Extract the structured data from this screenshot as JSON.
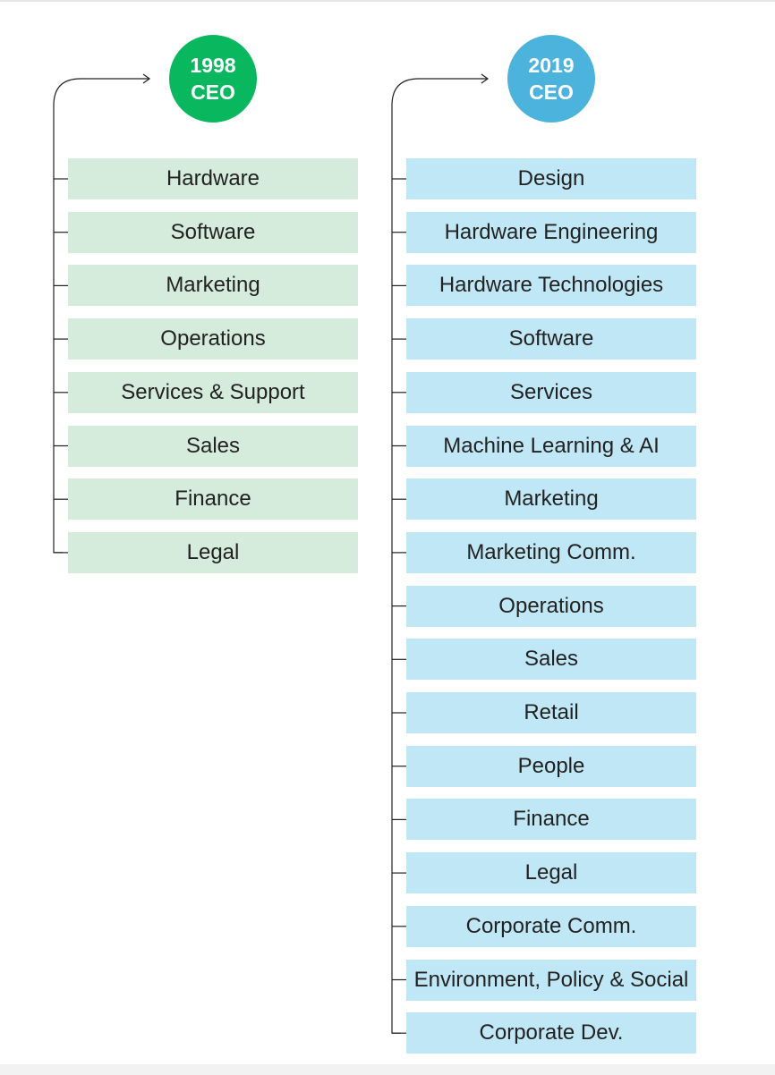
{
  "colors": {
    "ceo_1998": "#09b85e",
    "dept_1998": "#d5ebdc",
    "ceo_2019": "#4cb3dd",
    "dept_2019": "#c0e7f5",
    "connector": "#222222"
  },
  "columns": [
    {
      "id": "1998",
      "ceo_label": "1998\nCEO",
      "departments": [
        "Hardware",
        "Software",
        "Marketing",
        "Operations",
        "Services & Support",
        "Sales",
        "Finance",
        "Legal"
      ]
    },
    {
      "id": "2019",
      "ceo_label": "2019\nCEO",
      "departments": [
        "Design",
        "Hardware Engineering",
        "Hardware Technologies",
        "Software",
        "Services",
        "Machine Learning & AI",
        "Marketing",
        "Marketing Comm.",
        "Operations",
        "Sales",
        "Retail",
        "People",
        "Finance",
        "Legal",
        "Corporate Comm.",
        "Environment, Policy & Social",
        "Corporate Dev."
      ]
    }
  ]
}
